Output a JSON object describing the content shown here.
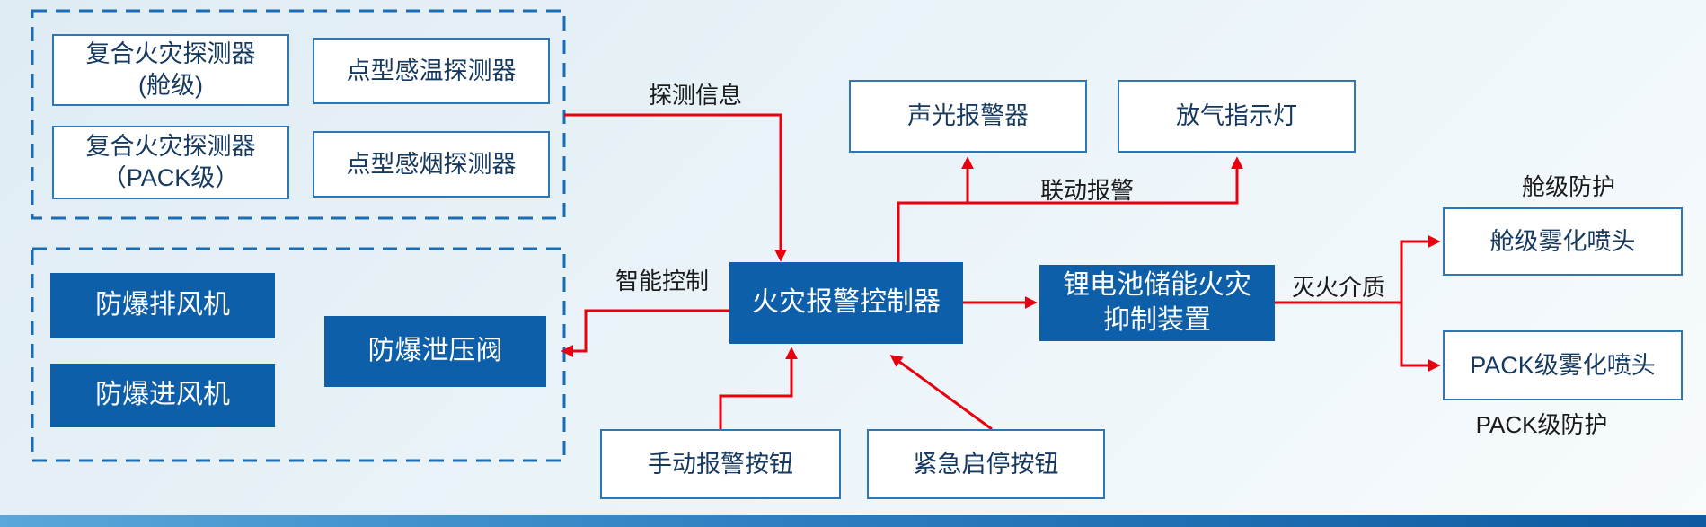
{
  "colors": {
    "solid_box_bg": "#0e5fa9",
    "outline_box_border": "#2e77b5",
    "outline_box_text": "#16395f",
    "dashed_border": "#1a6cb5",
    "arrow_red": "#e8000f",
    "label_text": "#1a1a1a",
    "bottom_bar": "#2e7fc2"
  },
  "groups": {
    "detectors": {
      "cabin_composite": "复合火灾探测器\n(舱级)",
      "heat_point": "点型感温探测器",
      "pack_composite": "复合火灾探测器\n（PACK级）",
      "smoke_point": "点型感烟探测器"
    },
    "ventilation": {
      "exhaust_fan": "防爆排风机",
      "intake_fan": "防爆进风机",
      "relief_valve": "防爆泄压阀"
    }
  },
  "nodes": {
    "controller": "火灾报警控制器",
    "sound_light_alarm": "声光报警器",
    "gas_release_indicator": "放气指示灯",
    "suppression_device": "锂电池储能火灾\n抑制装置",
    "cabin_nozzle": "舱级雾化喷头",
    "pack_nozzle": "PACK级雾化喷头",
    "manual_alarm_button": "手动报警按钮",
    "emergency_stop_button": "紧急启停按钮"
  },
  "edge_labels": {
    "detection_info": "探测信息",
    "intelligent_control": "智能控制",
    "linkage_alarm": "联动报警",
    "extinguishing_medium": "灭火介质"
  },
  "zone_labels": {
    "cabin_protection": "舱级防护",
    "pack_protection": "PACK级防护"
  }
}
